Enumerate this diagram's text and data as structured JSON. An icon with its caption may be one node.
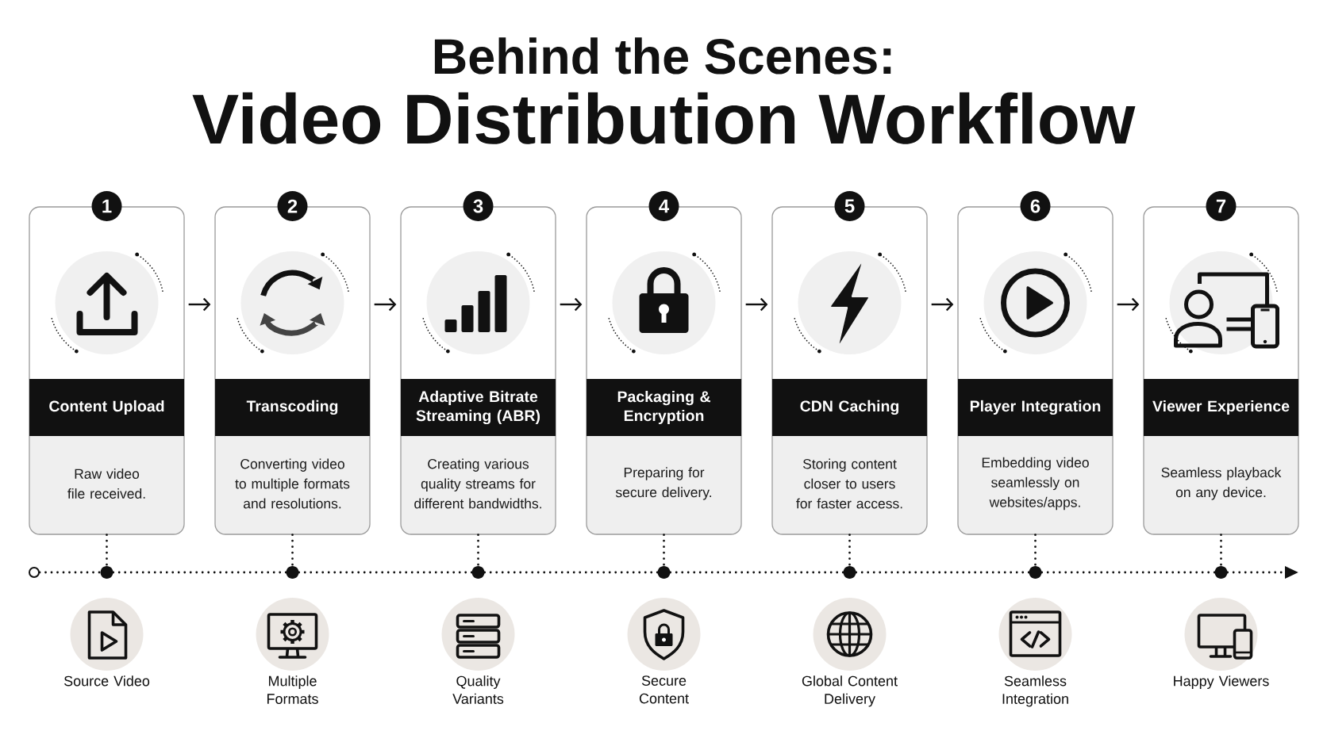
{
  "diagram": {
    "title": "Video Distribution Workflow",
    "nodes": [
      {
        "text": [
          "1",
          "Content Upload",
          "Raw video file received."
        ]
      },
      {
        "text": [
          "2",
          "Transcoding",
          "Converting video to multiple formats and resolutions."
        ]
      },
      {
        "text": [
          "3",
          "Adaptive Bitrate Streaming (ABR)",
          "Creating various quality streams for different bandwidths."
        ]
      },
      {
        "text": [
          "4",
          "Packaging & Encryption",
          "Preparing for secure delivery."
        ]
      },
      {
        "text": [
          "5",
          "CDN Caching",
          "Storing content closer to users for faster access."
        ]
      },
      {
        "text": [
          "6",
          "Player Integration",
          "Embedding video seamlessly on websites/apps."
        ]
      },
      {
        "text": [
          "7",
          "Viewer Experience",
          "Seamless playback on any device."
        ]
      },
      {
        "text": [],
        "shape": "circle"
      },
      {
        "text": [],
        "shape": "circle"
      },
      {
        "text": [],
        "shape": "circle"
      },
      {
        "text": [],
        "shape": "circle"
      },
      {
        "text": [],
        "shape": "circle"
      },
      {
        "text": [],
        "shape": "circle"
      },
      {
        "text": [],
        "shape": "circle"
      },
      {
        "text": [],
        "shape": "circle"
      },
      {
        "text": [
          "Source Video"
        ]
      },
      {
        "text": [
          "Multiple Formats"
        ]
      },
      {
        "text": [
          "Quality Variants"
        ]
      },
      {
        "text": [
          "Secure Content"
        ]
      },
      {
        "text": [
          "Global Content Delivery"
        ]
      },
      {
        "text": [
          "Seamless Integration"
        ]
      },
      {
        "text": [
          "Happy Viewers"
        ]
      }
    ],
    "edges": [
      {
        "from": 0,
        "to": 1,
        "arrow": "to"
      },
      {
        "from": 1,
        "to": 2,
        "arrow": "to"
      },
      {
        "from": 2,
        "to": 3,
        "arrow": "to"
      },
      {
        "from": 3,
        "to": 4,
        "arrow": "to"
      },
      {
        "from": 4,
        "to": 5,
        "arrow": "to"
      },
      {
        "from": 5,
        "to": 6,
        "arrow": "to"
      },
      {
        "from": 0,
        "to": 8,
        "arrow": "none",
        "style": "dashed"
      },
      {
        "from": 1,
        "to": 9,
        "arrow": "none",
        "style": "dashed"
      },
      {
        "from": 2,
        "to": 10,
        "arrow": "none",
        "style": "dashed"
      },
      {
        "from": 3,
        "to": 11,
        "arrow": "none",
        "style": "dashed"
      },
      {
        "from": 4,
        "to": 12,
        "arrow": "none",
        "style": "dashed"
      },
      {
        "from": 5,
        "to": 13,
        "arrow": "none",
        "style": "dashed"
      },
      {
        "from": 6,
        "to": 14,
        "arrow": "none",
        "style": "dashed"
      },
      {
        "from": 7,
        "to": 8,
        "arrow": "none",
        "style": "dashed"
      },
      {
        "from": 8,
        "to": 9,
        "arrow": "none",
        "style": "dashed"
      },
      {
        "from": 9,
        "to": 10,
        "arrow": "none",
        "style": "dashed"
      },
      {
        "from": 10,
        "to": 11,
        "arrow": "none",
        "style": "dashed"
      },
      {
        "from": 11,
        "to": 12,
        "arrow": "none",
        "style": "dashed"
      },
      {
        "from": 12,
        "to": 13,
        "arrow": "none",
        "style": "dashed"
      },
      {
        "from": 13,
        "to": 14,
        "arrow": "none",
        "style": "dashed"
      },
      {
        "from": 14,
        "to": null,
        "arrow": "to",
        "style": "dashed"
      }
    ],
    "labels": [
      "Behind the Scenes:"
    ]
  }
}
